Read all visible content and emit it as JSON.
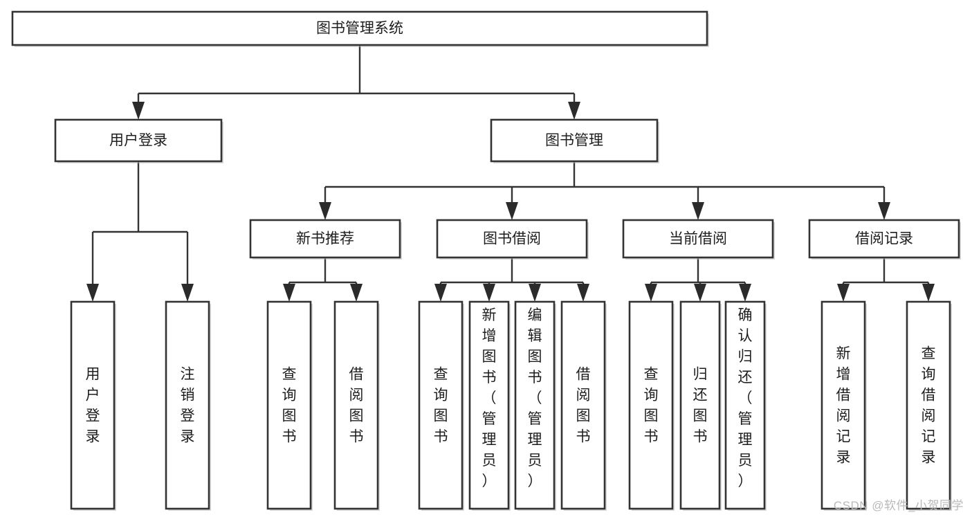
{
  "diagram": {
    "title_node": {
      "label": "图书管理系统"
    },
    "level2": [
      {
        "id": "user-login",
        "label": "用户登录"
      },
      {
        "id": "book-manage",
        "label": "图书管理"
      }
    ],
    "level3": [
      {
        "id": "new-book-recommend",
        "label": "新书推荐"
      },
      {
        "id": "book-borrow",
        "label": "图书借阅"
      },
      {
        "id": "current-borrow",
        "label": "当前借阅"
      },
      {
        "id": "borrow-record",
        "label": "借阅记录"
      }
    ],
    "leaves": [
      {
        "id": "leaf-user-login",
        "label": "用户登录",
        "parent": "user-login"
      },
      {
        "id": "leaf-logout-login",
        "label": "注销登录",
        "parent": "user-login"
      },
      {
        "id": "leaf-query-book-1",
        "label": "查询图书",
        "parent": "new-book-recommend"
      },
      {
        "id": "leaf-borrow-book-1",
        "label": "借阅图书",
        "parent": "new-book-recommend"
      },
      {
        "id": "leaf-query-book-2",
        "label": "查询图书",
        "parent": "book-borrow"
      },
      {
        "id": "leaf-add-book",
        "label": "新增图书（管理员）",
        "parent": "book-borrow"
      },
      {
        "id": "leaf-edit-book",
        "label": "编辑图书（管理员）",
        "parent": "book-borrow"
      },
      {
        "id": "leaf-borrow-book-2",
        "label": "借阅图书",
        "parent": "book-borrow"
      },
      {
        "id": "leaf-query-book-3",
        "label": "查询图书",
        "parent": "current-borrow"
      },
      {
        "id": "leaf-return-book",
        "label": "归还图书",
        "parent": "current-borrow"
      },
      {
        "id": "leaf-confirm-return",
        "label": "确认归还（管理员）",
        "parent": "current-borrow"
      },
      {
        "id": "leaf-add-record",
        "label": "新增借阅记录",
        "parent": "borrow-record"
      },
      {
        "id": "leaf-query-record",
        "label": "查询借阅记录",
        "parent": "borrow-record"
      }
    ],
    "watermark": "CSDN @软件_小贺同学",
    "colors": {
      "box_stroke": "#333333",
      "box_fill": "#ffffff",
      "connector": "#333333",
      "text": "#1d1d1d",
      "watermark": "#b9b9b9",
      "background": "#ffffff"
    }
  }
}
